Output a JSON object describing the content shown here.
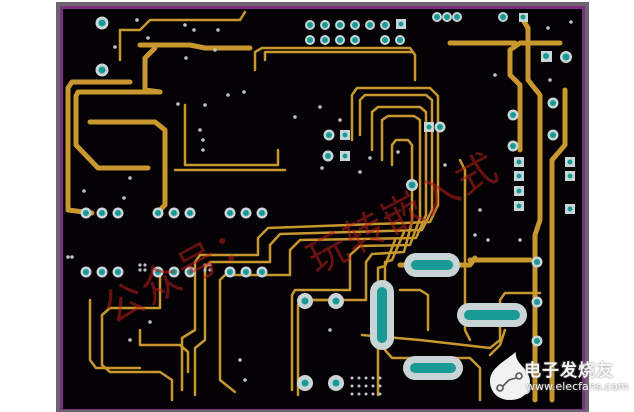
{
  "image": {
    "subject": "PCB layout (bottom copper layer view)",
    "colors": {
      "background": "#ffffff",
      "board_frame": "#6e6470",
      "board_outline": "#7a2f82",
      "substrate": "#040204",
      "trace": "#c8982e",
      "pad_ring": "#c9d4d6",
      "pad_center": "#1a9a96",
      "watermark": "#be1e1e"
    }
  },
  "watermark": {
    "text_left": "公众号：",
    "text_right": "玩转嵌入式"
  },
  "logo": {
    "name_cn": "电子发烧友",
    "url": "www.elecfans.com"
  }
}
